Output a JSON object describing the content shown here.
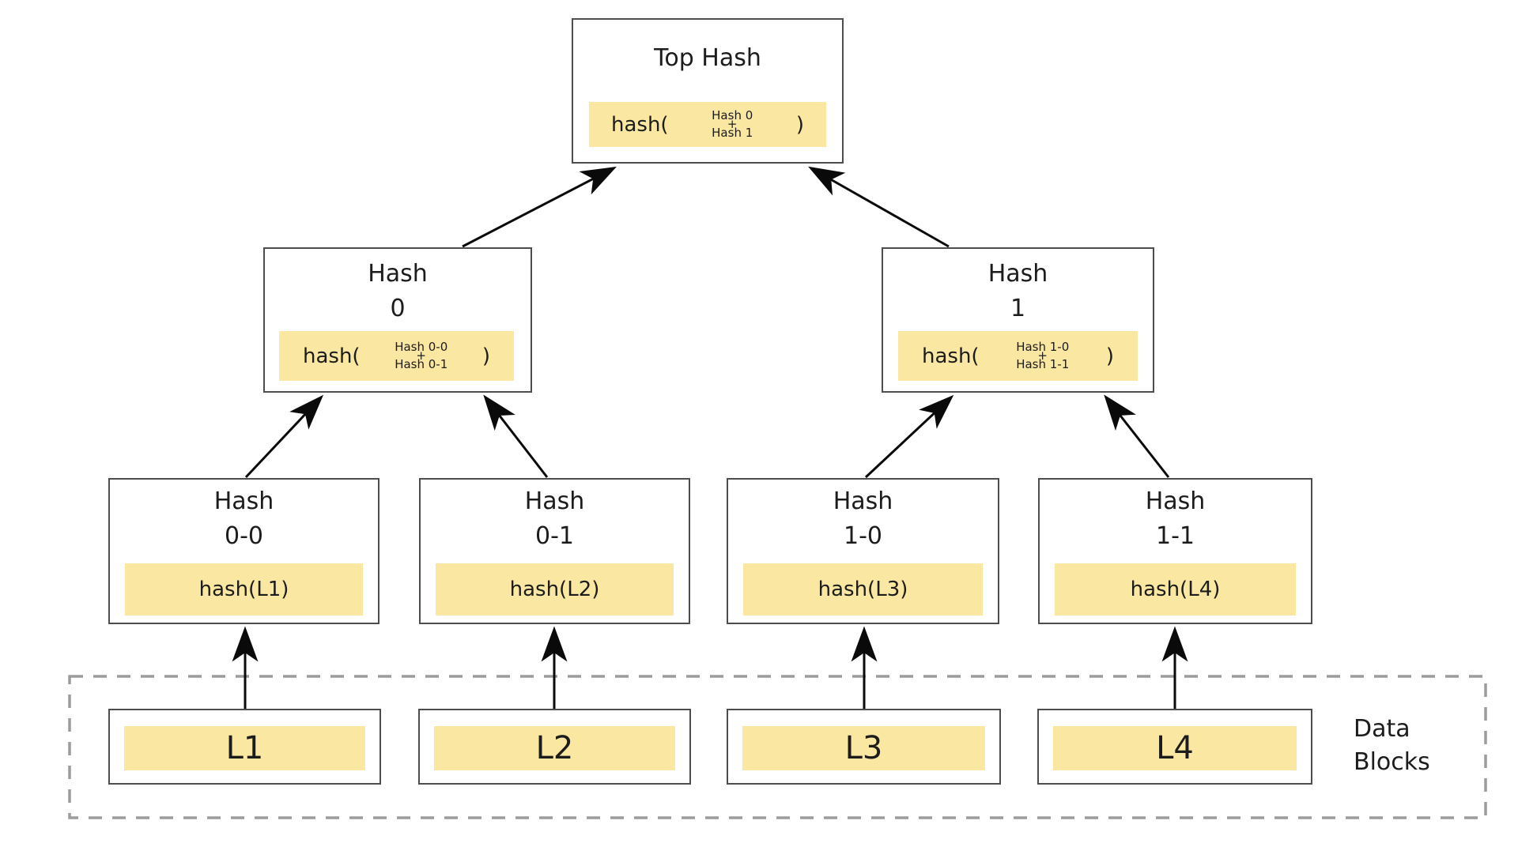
{
  "colors": {
    "background": "#ffffff",
    "highlight_fill": "#fae7a2",
    "box_border": "#4d4d4d",
    "dashed_border": "#9c9c9c",
    "arrow": "#0a0a0a",
    "text": "#1c1c1c"
  },
  "nodes": {
    "top_hash": {
      "title": "Top Hash",
      "formula": {
        "prefix": "hash(",
        "arg_top": "Hash 0",
        "operator": "+",
        "arg_bottom": "Hash 1",
        "suffix": ")"
      }
    },
    "hash_0": {
      "title_line1": "Hash",
      "title_line2": "0",
      "formula": {
        "prefix": "hash(",
        "arg_top": "Hash 0-0",
        "operator": "+",
        "arg_bottom": "Hash 0-1",
        "suffix": ")"
      }
    },
    "hash_1": {
      "title_line1": "Hash",
      "title_line2": "1",
      "formula": {
        "prefix": "hash(",
        "arg_top": "Hash 1-0",
        "operator": "+",
        "arg_bottom": "Hash 1-1",
        "suffix": ")"
      }
    },
    "hash_0_0": {
      "title_line1": "Hash",
      "title_line2": "0-0",
      "formula_text": "hash(L1)"
    },
    "hash_0_1": {
      "title_line1": "Hash",
      "title_line2": "0-1",
      "formula_text": "hash(L2)"
    },
    "hash_1_0": {
      "title_line1": "Hash",
      "title_line2": "1-0",
      "formula_text": "hash(L3)"
    },
    "hash_1_1": {
      "title_line1": "Hash",
      "title_line2": "1-1",
      "formula_text": "hash(L4)"
    },
    "leaf_1": {
      "label": "L1"
    },
    "leaf_2": {
      "label": "L2"
    },
    "leaf_3": {
      "label": "L3"
    },
    "leaf_4": {
      "label": "L4"
    }
  },
  "data_blocks": {
    "label_line1": "Data",
    "label_line2": "Blocks"
  }
}
